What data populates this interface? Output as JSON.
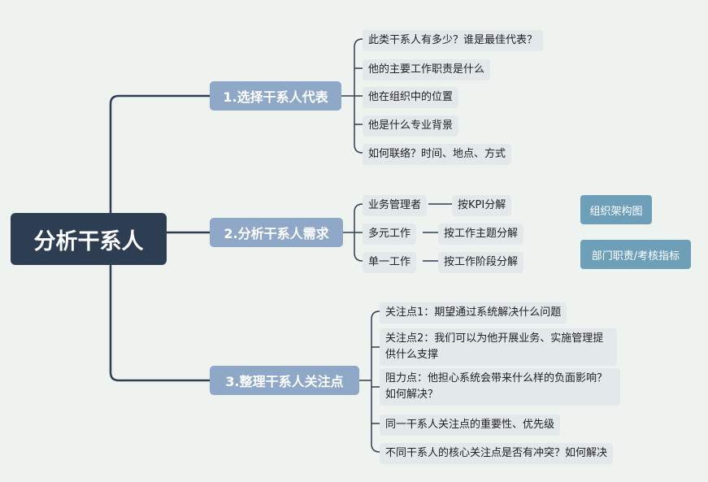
{
  "root": "分析干系人",
  "branches": [
    {
      "label": "1.选择干系人代表",
      "children": [
        "此类干系人有多少？谁是最佳代表？",
        "他的主要工作职责是什么",
        "他在组织中的位置",
        "他是什么专业背景",
        "如何联络？时间、地点、方式"
      ]
    },
    {
      "label": "2.分析干系人需求",
      "children": [
        {
          "label": "业务管理者",
          "sub": "按KPI分解"
        },
        {
          "label": "多元工作",
          "sub": "按工作主题分解"
        },
        {
          "label": "单一工作",
          "sub": "按工作阶段分解"
        }
      ]
    },
    {
      "label": "3.整理干系人关注点",
      "children": [
        "关注点1：期望通过系统解决什么问题",
        "关注点2：我们可以为他开展业务、实施管理提供什么支撑",
        "阻力点：他担心系统会带来什么样的负面影响？如何解决？",
        "同一干系人关注点的重要性、优先级",
        "不同干系人的核心关注点是否有冲突？如何解决"
      ]
    }
  ],
  "side_notes": [
    "组织架构图",
    "部门职责/考核指标"
  ],
  "colors": {
    "background": "#eef3ef",
    "root": "#2e3e52",
    "branch": "#8fa8c8",
    "leaf": "#e3e8eb",
    "side": "#6e9fb9",
    "line": "#2e3e52"
  }
}
